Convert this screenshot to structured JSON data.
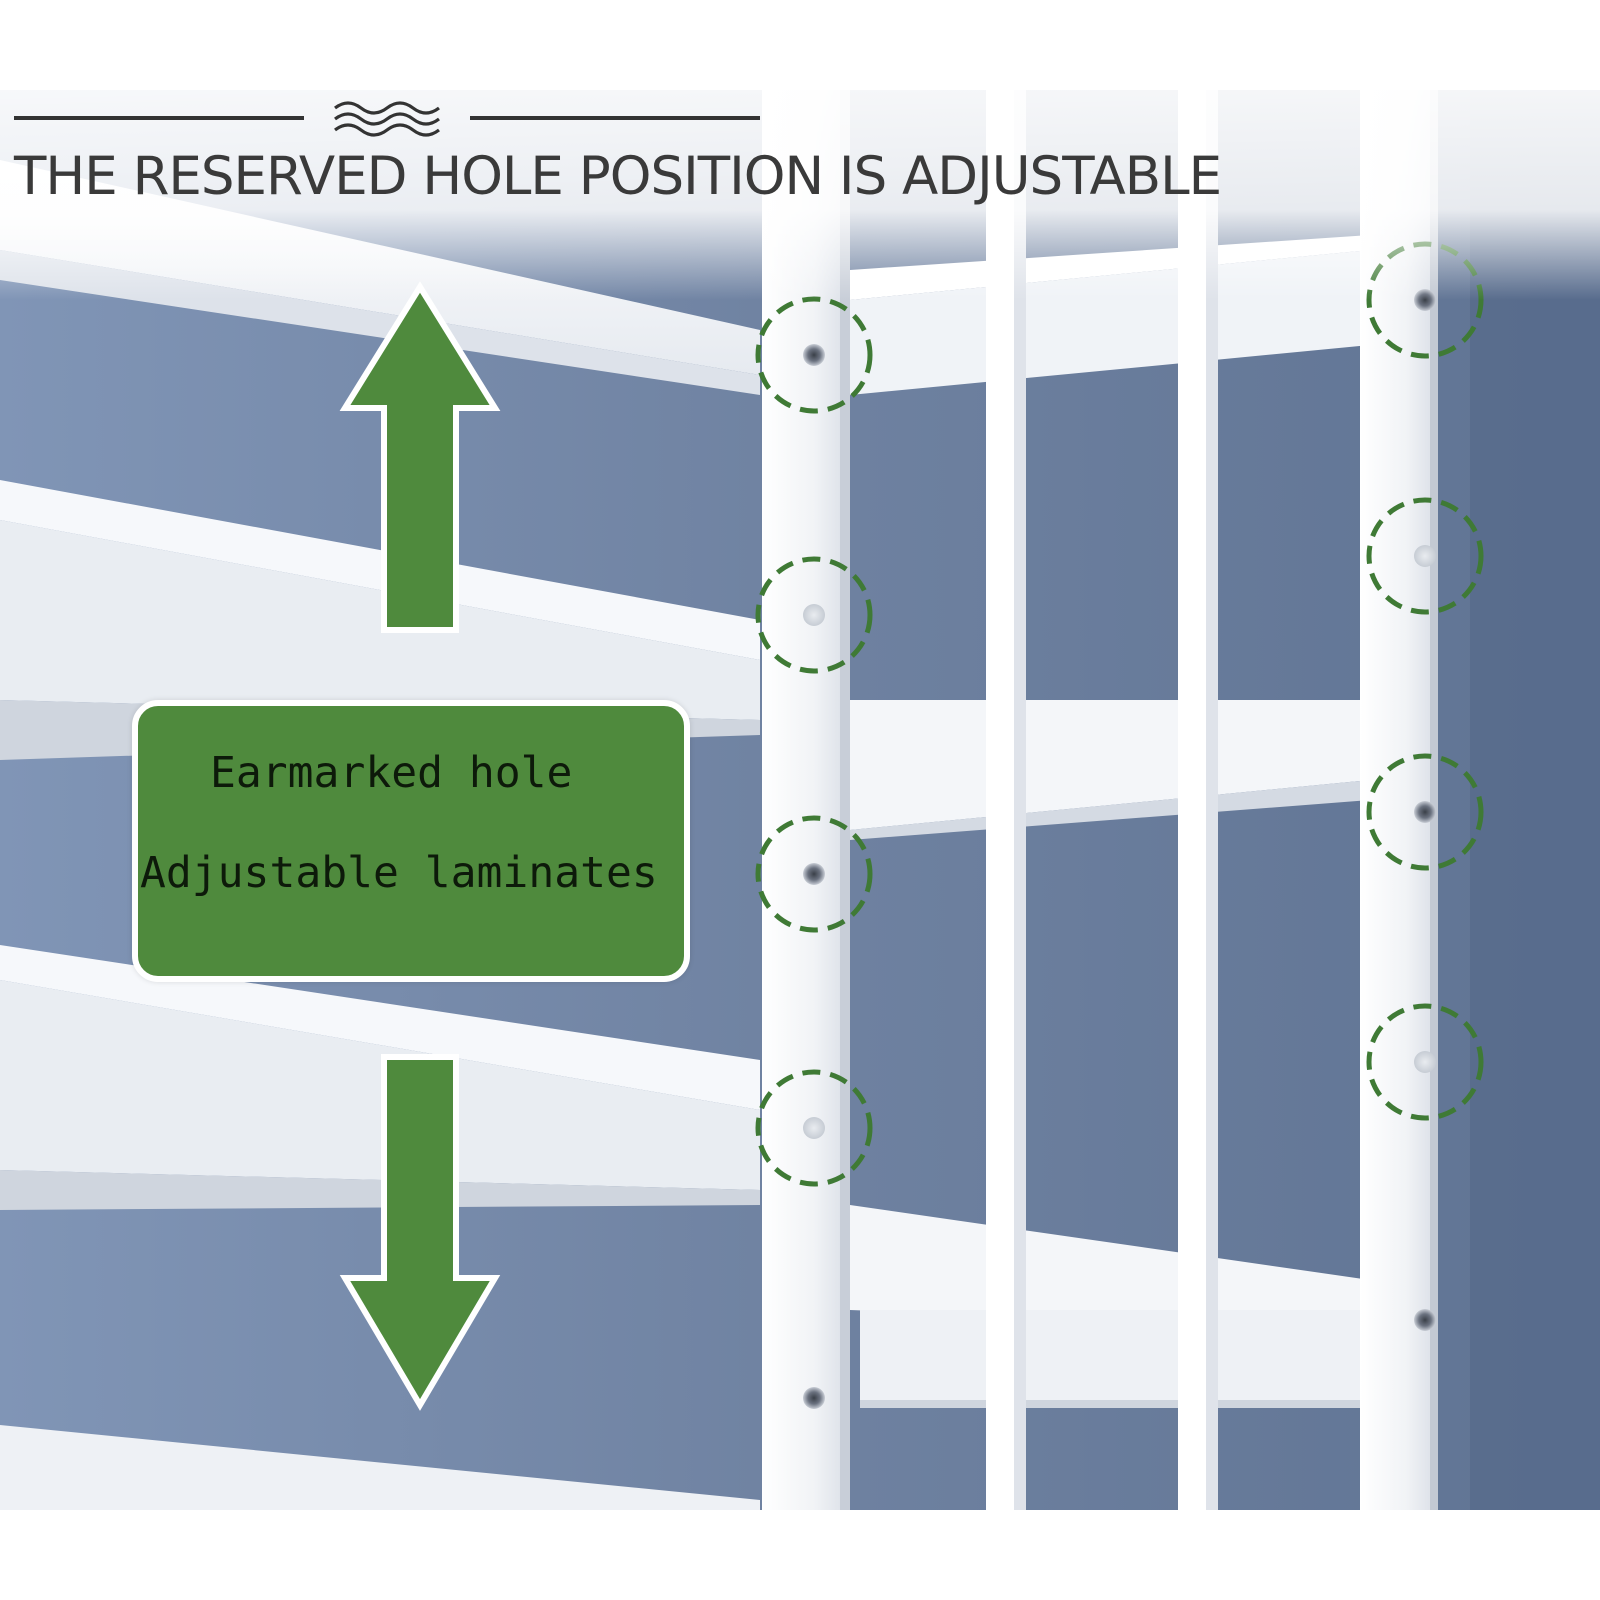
{
  "headline": "THE RESERVED HOLE POSITION IS ADJUSTABLE",
  "callout": {
    "line1": "Earmarked hole",
    "line2": "Adjustable laminates"
  },
  "colors": {
    "wall_blue": "#7486a4",
    "shelf_white": "#f3f5f8",
    "accent_green": "#4f8a3d",
    "dash_green": "#3f7a35",
    "headline_text": "#3a3a3a"
  },
  "icons": {
    "header_ornament": "wave-icon",
    "up_arrow": "arrow-up-icon",
    "down_arrow": "arrow-down-icon",
    "hole_marker": "dashed-circle-icon"
  }
}
